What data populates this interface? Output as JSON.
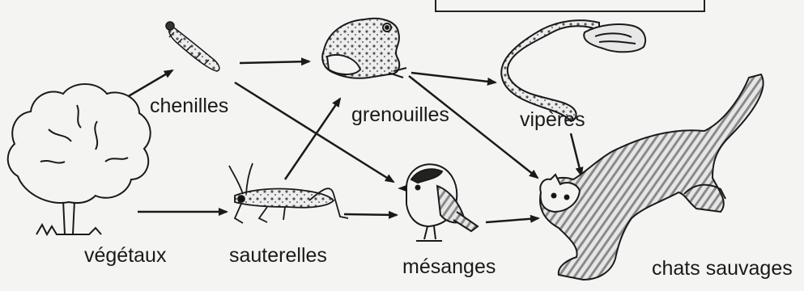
{
  "organisms": {
    "vegetaux": "végétaux",
    "chenilles": "chenilles",
    "sauterelles": "sauterelles",
    "grenouilles": "grenouilles",
    "mesanges": "mésanges",
    "viperes": "vipères",
    "chats_sauvages": "chats sauvages"
  },
  "arrows": [
    {
      "from": "végétaux",
      "to": "chenilles"
    },
    {
      "from": "végétaux",
      "to": "sauterelles"
    },
    {
      "from": "chenilles",
      "to": "grenouilles"
    },
    {
      "from": "chenilles",
      "to": "mésanges"
    },
    {
      "from": "sauterelles",
      "to": "grenouilles"
    },
    {
      "from": "sauterelles",
      "to": "mésanges"
    },
    {
      "from": "grenouilles",
      "to": "vipères"
    },
    {
      "from": "grenouilles",
      "to": "chats sauvages"
    },
    {
      "from": "vipères",
      "to": "chats sauvages"
    },
    {
      "from": "mésanges",
      "to": "chats sauvages"
    }
  ],
  "colors": {
    "ink": "#1a1a1a",
    "background": "#f4f4f2"
  }
}
